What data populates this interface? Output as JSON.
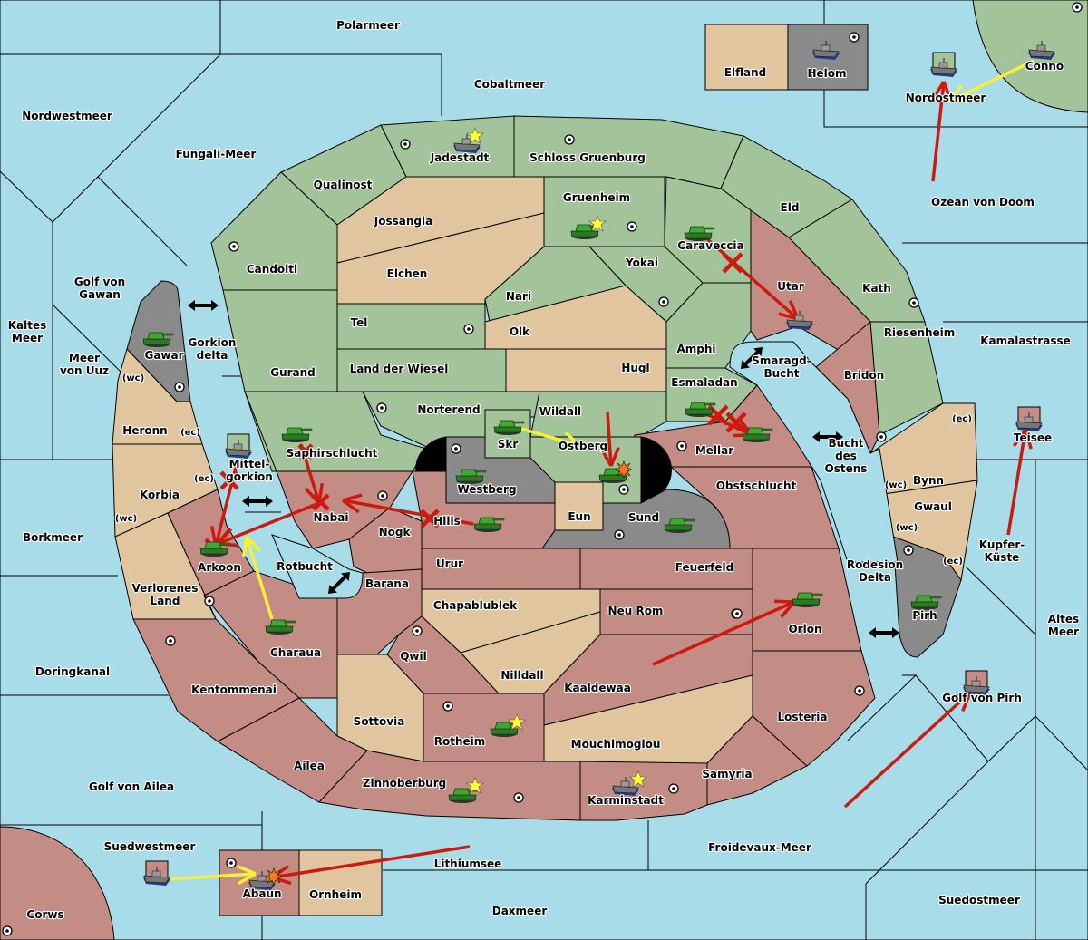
{
  "map": {
    "colors": {
      "sea": "#a8dce8",
      "green_power": "#a3c49a",
      "tan_power": "#e1c59e",
      "red_power": "#c38c84",
      "gray_neutral": "#8a8a8a",
      "move_order": "#cc1a10",
      "support_order": "#f5f03a",
      "bounce_marker": "#cc1a10"
    },
    "territories": [
      {
        "id": "polarmeer",
        "label": "Polarmeer",
        "type": "sea"
      },
      {
        "id": "cobaltmeer",
        "label": "Cobaltmeer",
        "type": "sea"
      },
      {
        "id": "nordwestmeer",
        "label": "Nordwestmeer",
        "type": "sea"
      },
      {
        "id": "fungali-meer",
        "label": "Fungali-Meer",
        "type": "sea"
      },
      {
        "id": "golf-von-gawan",
        "label": "Golf von Gawan",
        "type": "sea"
      },
      {
        "id": "kaltes-meer",
        "label": "Kaltes Meer",
        "type": "sea"
      },
      {
        "id": "meer-von-uuz",
        "label": "Meer von Uuz",
        "type": "sea"
      },
      {
        "id": "gorkion-delta",
        "label": "Gorkion delta",
        "type": "sea"
      },
      {
        "id": "mittel-gorkion",
        "label": "Mittel- gorkion",
        "type": "sea"
      },
      {
        "id": "borkmeer",
        "label": "Borkmeer",
        "type": "sea"
      },
      {
        "id": "rotbucht",
        "label": "Rotbucht",
        "type": "sea"
      },
      {
        "id": "doringkanal",
        "label": "Doringkanal",
        "type": "sea"
      },
      {
        "id": "golf-von-ailea",
        "label": "Golf von Ailea",
        "type": "sea"
      },
      {
        "id": "suedwestmeer",
        "label": "Suedwestmeer",
        "type": "sea"
      },
      {
        "id": "lithiumsee",
        "label": "Lithiumsee",
        "type": "sea"
      },
      {
        "id": "daxmeer",
        "label": "Daxmeer",
        "type": "sea"
      },
      {
        "id": "froidevaux-meer",
        "label": "Froidevaux-Meer",
        "type": "sea"
      },
      {
        "id": "suedostmeer",
        "label": "Suedostmeer",
        "type": "sea"
      },
      {
        "id": "golf-von-pirh",
        "label": "Golf von Pirh",
        "type": "sea"
      },
      {
        "id": "altes-meer",
        "label": "Altes Meer",
        "type": "sea"
      },
      {
        "id": "kupfer-kueste",
        "label": "Kupfer- Küste",
        "type": "sea"
      },
      {
        "id": "teisee",
        "label": "Teisee",
        "type": "sea"
      },
      {
        "id": "kamalastrasse",
        "label": "Kamalastrasse",
        "type": "sea"
      },
      {
        "id": "ozean-von-doom",
        "label": "Ozean von Doom",
        "type": "sea"
      },
      {
        "id": "nordostmeer",
        "label": "Nordostmeer",
        "type": "sea"
      },
      {
        "id": "rodesion-delta",
        "label": "Rodesion Delta",
        "type": "sea"
      },
      {
        "id": "bucht-des-ostens",
        "label": "Bucht des Ostens",
        "type": "sea"
      },
      {
        "id": "smaragd-bucht",
        "label": "Smaragd- Bucht",
        "type": "sea"
      },
      {
        "id": "elfland",
        "label": "Elfland",
        "type": "land",
        "owner": "tan"
      },
      {
        "id": "helom",
        "label": "Helom",
        "type": "land",
        "owner": "neutral",
        "supply_center": true
      },
      {
        "id": "conno",
        "label": "Conno",
        "type": "land",
        "owner": "green",
        "supply_center": true
      },
      {
        "id": "jadestadt",
        "label": "Jadestadt",
        "type": "land",
        "owner": "green",
        "supply_center": true,
        "home": true
      },
      {
        "id": "schloss-gruenburg",
        "label": "Schloss Gruenburg",
        "type": "land",
        "owner": "green",
        "supply_center": true
      },
      {
        "id": "qualinost",
        "label": "Qualinost",
        "type": "land",
        "owner": "green"
      },
      {
        "id": "candolti",
        "label": "Candolti",
        "type": "land",
        "owner": "green",
        "supply_center": true
      },
      {
        "id": "jossangia",
        "label": "Jossangia",
        "type": "land",
        "owner": "tan"
      },
      {
        "id": "elchen",
        "label": "Elchen",
        "type": "land",
        "owner": "tan"
      },
      {
        "id": "gruenheim",
        "label": "Gruenheim",
        "type": "land",
        "owner": "green",
        "supply_center": true,
        "home": true
      },
      {
        "id": "caraveccia",
        "label": "Caraveccia",
        "type": "land",
        "owner": "green"
      },
      {
        "id": "eld",
        "label": "Eld",
        "type": "land",
        "owner": "green"
      },
      {
        "id": "yokai",
        "label": "Yokai",
        "type": "land",
        "owner": "green",
        "supply_center": true
      },
      {
        "id": "nari",
        "label": "Nari",
        "type": "land",
        "owner": "green"
      },
      {
        "id": "olk",
        "label": "Olk",
        "type": "land",
        "owner": "tan"
      },
      {
        "id": "tel",
        "label": "Tel",
        "type": "land",
        "owner": "green",
        "supply_center": true
      },
      {
        "id": "gurand",
        "label": "Gurand",
        "type": "land",
        "owner": "green"
      },
      {
        "id": "land-der-wiesel",
        "label": "Land der Wiesel",
        "type": "land",
        "owner": "green"
      },
      {
        "id": "hugl",
        "label": "Hugl",
        "type": "land",
        "owner": "tan"
      },
      {
        "id": "amphi",
        "label": "Amphi",
        "type": "land",
        "owner": "green"
      },
      {
        "id": "utar",
        "label": "Utar",
        "type": "land",
        "owner": "red"
      },
      {
        "id": "kath",
        "label": "Kath",
        "type": "land",
        "owner": "green",
        "supply_center": true
      },
      {
        "id": "riesenheim",
        "label": "Riesenheim",
        "type": "land",
        "owner": "green"
      },
      {
        "id": "bridon",
        "label": "Bridon",
        "type": "land",
        "owner": "red",
        "supply_center": true
      },
      {
        "id": "esmaladan",
        "label": "Esmaladan",
        "type": "land",
        "owner": "green"
      },
      {
        "id": "norterend",
        "label": "Norterend",
        "type": "land",
        "owner": "green",
        "supply_center": true
      },
      {
        "id": "wildall",
        "label": "Wildall",
        "type": "land",
        "owner": "green"
      },
      {
        "id": "skr",
        "label": "Skr",
        "type": "land",
        "owner": "green"
      },
      {
        "id": "ostberg",
        "label": "Ostberg",
        "type": "land",
        "owner": "green",
        "supply_center": true
      },
      {
        "id": "westberg",
        "label": "Westberg",
        "type": "land",
        "owner": "neutral",
        "supply_center": true
      },
      {
        "id": "eun",
        "label": "Eun",
        "type": "land",
        "owner": "tan"
      },
      {
        "id": "sund",
        "label": "Sund",
        "type": "land",
        "owner": "neutral",
        "supply_center": true
      },
      {
        "id": "mellar",
        "label": "Mellar",
        "type": "land",
        "owner": "red",
        "supply_center": true
      },
      {
        "id": "obstschlucht",
        "label": "Obstschlucht",
        "type": "land",
        "owner": "red"
      },
      {
        "id": "bynn",
        "label": "Bynn",
        "type": "land",
        "owner": "tan",
        "coasts": [
          "(ec)",
          "(wc)"
        ]
      },
      {
        "id": "gwaul",
        "label": "Gwaul",
        "type": "land",
        "owner": "tan",
        "coasts": [
          "(wc)",
          "(ec)"
        ]
      },
      {
        "id": "pirh",
        "label": "Pirh",
        "type": "land",
        "owner": "neutral",
        "supply_center": true
      },
      {
        "id": "gawar",
        "label": "Gawar",
        "type": "land",
        "owner": "neutral",
        "supply_center": true
      },
      {
        "id": "heronn",
        "label": "Heronn",
        "type": "land",
        "owner": "tan",
        "coasts": [
          "(wc)",
          "(ec)"
        ]
      },
      {
        "id": "korbia",
        "label": "Korbia",
        "type": "land",
        "owner": "tan",
        "coasts": [
          "(ec)",
          "(wc)"
        ]
      },
      {
        "id": "saphirschlucht",
        "label": "Saphirschlucht",
        "type": "land",
        "owner": "green"
      },
      {
        "id": "nabai",
        "label": "Nabai",
        "type": "land",
        "owner": "red",
        "supply_center": true
      },
      {
        "id": "hills",
        "label": "Hills",
        "type": "land",
        "owner": "red"
      },
      {
        "id": "nogk",
        "label": "Nogk",
        "type": "land",
        "owner": "red"
      },
      {
        "id": "arkoon",
        "label": "Arkoon",
        "type": "land",
        "owner": "red",
        "supply_center": true
      },
      {
        "id": "verlorenes-land",
        "label": "Verlorenes Land",
        "type": "land",
        "owner": "tan"
      },
      {
        "id": "barana",
        "label": "Barana",
        "type": "land",
        "owner": "red"
      },
      {
        "id": "urur",
        "label": "Urur",
        "type": "land",
        "owner": "red"
      },
      {
        "id": "feuerfeld",
        "label": "Feuerfeld",
        "type": "land",
        "owner": "red"
      },
      {
        "id": "chapablublek",
        "label": "Chapablublek",
        "type": "land",
        "owner": "tan"
      },
      {
        "id": "neu-rom",
        "label": "Neu Rom",
        "type": "land",
        "owner": "red",
        "supply_center": true
      },
      {
        "id": "orlon",
        "label": "Orlon",
        "type": "land",
        "owner": "red",
        "supply_center": true
      },
      {
        "id": "charaua",
        "label": "Charaua",
        "type": "land",
        "owner": "red"
      },
      {
        "id": "qwil",
        "label": "Qwil",
        "type": "land",
        "owner": "red",
        "supply_center": true
      },
      {
        "id": "nilldall",
        "label": "Nilldall",
        "type": "land",
        "owner": "tan"
      },
      {
        "id": "kaaldewaa",
        "label": "Kaaldewaa",
        "type": "land",
        "owner": "red"
      },
      {
        "id": "kentommenai",
        "label": "Kentommenai",
        "type": "land",
        "owner": "red",
        "supply_center": true
      },
      {
        "id": "sottovia",
        "label": "Sottovia",
        "type": "land",
        "owner": "tan"
      },
      {
        "id": "rotheim",
        "label": "Rotheim",
        "type": "land",
        "owner": "red",
        "supply_center": true,
        "home": true
      },
      {
        "id": "mouchimoglou",
        "label": "Mouchimoglou",
        "type": "land",
        "owner": "tan"
      },
      {
        "id": "losteria",
        "label": "Losteria",
        "type": "land",
        "owner": "red",
        "supply_center": true
      },
      {
        "id": "ailea",
        "label": "Ailea",
        "type": "land",
        "owner": "red"
      },
      {
        "id": "zinnoberburg",
        "label": "Zinnoberburg",
        "type": "land",
        "owner": "red",
        "supply_center": true,
        "home": true
      },
      {
        "id": "karminstadt",
        "label": "Karminstadt",
        "type": "land",
        "owner": "red",
        "supply_center": true,
        "home": true
      },
      {
        "id": "samyria",
        "label": "Samyria",
        "type": "land",
        "owner": "red"
      },
      {
        "id": "abaun",
        "label": "Abaun",
        "type": "land",
        "owner": "red",
        "supply_center": true
      },
      {
        "id": "ornheim",
        "label": "Ornheim",
        "type": "land",
        "owner": "tan"
      },
      {
        "id": "corws",
        "label": "Corws",
        "type": "land",
        "owner": "red",
        "supply_center": true
      }
    ],
    "units": [
      {
        "type": "fleet",
        "power": "neutral",
        "location": "Helom"
      },
      {
        "type": "fleet",
        "power": "green",
        "location": "Conno"
      },
      {
        "type": "fleet",
        "power": "green",
        "location": "Nordostmeer"
      },
      {
        "type": "fleet",
        "power": "green",
        "location": "Jadestadt"
      },
      {
        "type": "army",
        "power": "green",
        "location": "Gruenheim"
      },
      {
        "type": "army",
        "power": "green",
        "location": "Caraveccia"
      },
      {
        "type": "fleet",
        "power": "red",
        "location": "Utar"
      },
      {
        "type": "army",
        "power": "green",
        "location": "Gawar"
      },
      {
        "type": "fleet",
        "power": "green",
        "location": "Mittel-gorkion"
      },
      {
        "type": "army",
        "power": "green",
        "location": "Saphirschlucht"
      },
      {
        "type": "army",
        "power": "green",
        "location": "Arkoon"
      },
      {
        "type": "army",
        "power": "green",
        "location": "Charaua"
      },
      {
        "type": "army",
        "power": "green",
        "location": "Skr"
      },
      {
        "type": "army",
        "power": "green",
        "location": "Westberg"
      },
      {
        "type": "army",
        "power": "green",
        "location": "Ostberg"
      },
      {
        "type": "army",
        "power": "green",
        "location": "Hills"
      },
      {
        "type": "army",
        "power": "green",
        "location": "Sund"
      },
      {
        "type": "army",
        "power": "green",
        "location": "Esmaladan"
      },
      {
        "type": "army",
        "power": "green",
        "location": "Mellar"
      },
      {
        "type": "fleet",
        "power": "red",
        "location": "Teisee"
      },
      {
        "type": "army",
        "power": "green",
        "location": "Pirh"
      },
      {
        "type": "army",
        "power": "green",
        "location": "Orlon"
      },
      {
        "type": "fleet",
        "power": "red",
        "location": "Golf von Pirh"
      },
      {
        "type": "army",
        "power": "green",
        "location": "Rotheim"
      },
      {
        "type": "army",
        "power": "green",
        "location": "Zinnoberburg"
      },
      {
        "type": "fleet",
        "power": "green",
        "location": "Karminstadt"
      },
      {
        "type": "fleet",
        "power": "green",
        "location": "Suedwestmeer"
      },
      {
        "type": "fleet",
        "power": "green",
        "location": "Abaun"
      }
    ],
    "orders": [
      {
        "kind": "move",
        "from": "Ozean von Doom",
        "to": "Nordostmeer"
      },
      {
        "kind": "support",
        "from": "Conno",
        "to": "Nordostmeer"
      },
      {
        "kind": "move",
        "from": "Caraveccia",
        "to": "Utar",
        "result": "failed"
      },
      {
        "kind": "move",
        "from": "Esmaladan",
        "to": "Mellar",
        "result": "failed"
      },
      {
        "kind": "move",
        "from": "Skr",
        "to": "Ostberg",
        "kind2": "support"
      },
      {
        "kind": "move",
        "from": "Wildall",
        "to": "Ostberg"
      },
      {
        "kind": "move",
        "from": "Hills",
        "to": "Nabai",
        "result": "failed"
      },
      {
        "kind": "move",
        "from": "Saphirschlucht",
        "to": "Nabai",
        "result": "failed"
      },
      {
        "kind": "move",
        "from": "Nabai",
        "to": "Arkoon"
      },
      {
        "kind": "move",
        "from": "Mittel-gorkion",
        "to": "Arkoon",
        "result": "failed"
      },
      {
        "kind": "support",
        "from": "Charaua",
        "to": "Arkoon"
      },
      {
        "kind": "move",
        "from": "Kaaldewaa",
        "to": "Orlon"
      },
      {
        "kind": "move",
        "from": "Kupfer-Küste",
        "to": "Teisee"
      },
      {
        "kind": "move",
        "from": "Froidevaux-Meer",
        "to": "Golf von Pirh"
      },
      {
        "kind": "support",
        "from": "Suedwestmeer",
        "to": "Abaun"
      },
      {
        "kind": "move",
        "from": "Lithiumsee",
        "to": "Abaun"
      }
    ],
    "coast_tags": {
      "ec": "(ec)",
      "wc": "(wc)"
    }
  }
}
